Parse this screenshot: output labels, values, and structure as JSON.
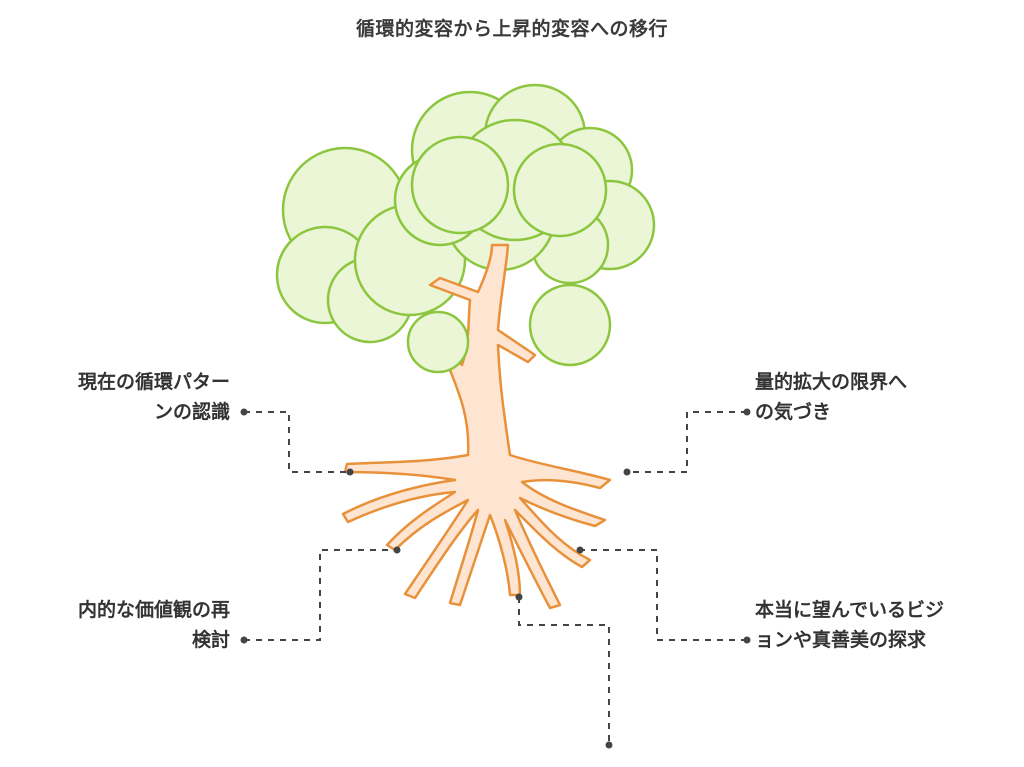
{
  "title": "循環的変容から上昇的変容への移行",
  "labels": {
    "top_left": {
      "line1": "現在の循環パター",
      "line2": "ンの認識"
    },
    "top_right": {
      "line1": "量的拡大の限界へ",
      "line2": "の気づき"
    },
    "bottom_left": {
      "line1": "内的な価値観の再",
      "line2": "検討"
    },
    "bottom_right": {
      "line1": "本当に望んでいるビジ",
      "line2": "ョンや真善美の探求"
    }
  },
  "colors": {
    "foliage_fill": "#eaf6d6",
    "foliage_stroke": "#8cc63f",
    "trunk_fill": "#fde5d2",
    "trunk_stroke": "#e8913a",
    "connector": "#444444"
  }
}
